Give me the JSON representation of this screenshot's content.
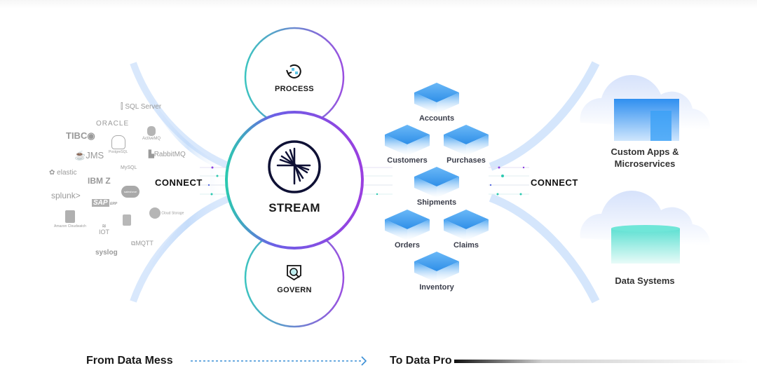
{
  "sources": {
    "logos": [
      {
        "name": "SQL Server",
        "text": "SQL Server"
      },
      {
        "name": "Oracle",
        "text": "ORACLE"
      },
      {
        "name": "TIBCO",
        "text": "TIBC◉"
      },
      {
        "name": "ActiveMQ",
        "text": "ActiveMQ"
      },
      {
        "name": "JMS",
        "text": "JMS"
      },
      {
        "name": "PostgreSQL",
        "text": "PostgreSQL"
      },
      {
        "name": "RabbitMQ",
        "text": "RabbitMQ"
      },
      {
        "name": "Elastic",
        "text": "elastic"
      },
      {
        "name": "MySQL",
        "text": "MySQL"
      },
      {
        "name": "IBM Z",
        "text": "IBM Z"
      },
      {
        "name": "Splunk",
        "text": "splunk>"
      },
      {
        "name": "Salesforce",
        "text": "salesforce"
      },
      {
        "name": "SAP ERP",
        "text": "SAP"
      },
      {
        "name": "Amazon CloudWatch",
        "text": "Amazon Cloudwatch"
      },
      {
        "name": "IoT",
        "text": "IOT"
      },
      {
        "name": "Cloud Storage",
        "text": "Cloud Storage"
      },
      {
        "name": "MQTT",
        "text": "MQTT"
      },
      {
        "name": "syslog",
        "text": "syslog"
      }
    ]
  },
  "hub": {
    "process": {
      "label": "PROCESS",
      "icon": "process-icon"
    },
    "stream": {
      "label": "STREAM",
      "icon": "stream-logo-icon"
    },
    "govern": {
      "label": "GOVERN",
      "icon": "govern-icon"
    },
    "connect_left": "CONNECT",
    "connect_right": "CONNECT"
  },
  "data_products": {
    "items": [
      "Accounts",
      "Customers",
      "Purchases",
      "Shipments",
      "Orders",
      "Claims",
      "Inventory"
    ]
  },
  "destinations": {
    "apps_line1": "Custom Apps &",
    "apps_line2": "Microservices",
    "data_systems": "Data Systems"
  },
  "footer": {
    "from": "From Data Mess",
    "to": "To Data Pro"
  },
  "colors": {
    "ring_teal": "#2cc9b0",
    "ring_purple": "#8a3fe0",
    "cube_blue": "#3b9cf0",
    "db_teal": "#5ee0d2",
    "arrow_blue": "#3a8fd6"
  }
}
